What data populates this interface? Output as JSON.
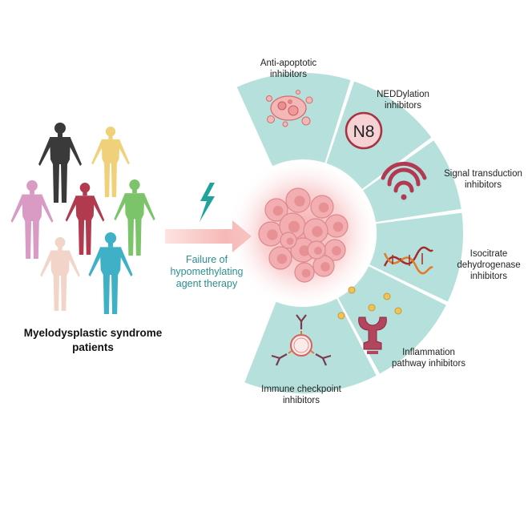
{
  "patients": {
    "label_line1": "Myelodysplastic syndrome",
    "label_line2": "patients",
    "figure_colors": [
      "#3a3a3a",
      "#f0d17a",
      "#d99ac4",
      "#b23a4e",
      "#7cc46a",
      "#f2d5c8",
      "#3fb1c7"
    ]
  },
  "arrow": {
    "label_line1": "Failure of",
    "label_line2": "hypomethylating",
    "label_line3": "agent therapy",
    "icon": "lightning-bolt-icon",
    "color": "#1fa39a"
  },
  "wheel": {
    "segment_color": "#b6e0db",
    "center_glow_color": "#f6b9bd",
    "cell_color": "#eaa2a6",
    "segments": [
      {
        "id": "anti-apoptotic",
        "label_line1": "Anti-apoptotic",
        "label_line2": "inhibitors",
        "icon": "apoptotic-cell-icon"
      },
      {
        "id": "neddylation",
        "label_line1": "NEDDylation",
        "label_line2": "inhibitors",
        "icon": "n8-badge-icon",
        "badge_text": "N8"
      },
      {
        "id": "signal-transduction",
        "label_line1": "Signal transduction",
        "label_line2": "inhibitors",
        "icon": "signal-wave-icon"
      },
      {
        "id": "isocitrate",
        "label_line1": "Isocitrate",
        "label_line2": "dehydrogenase",
        "label_line3": "inhibitors",
        "icon": "dna-icon"
      },
      {
        "id": "inflammation",
        "label_line1": "Inflammation",
        "label_line2": "pathway inhibitors",
        "icon": "receptor-icon"
      },
      {
        "id": "immune-checkpoint",
        "label_line1": "Immune checkpoint",
        "label_line2": "inhibitors",
        "icon": "antibody-cell-icon"
      }
    ]
  }
}
